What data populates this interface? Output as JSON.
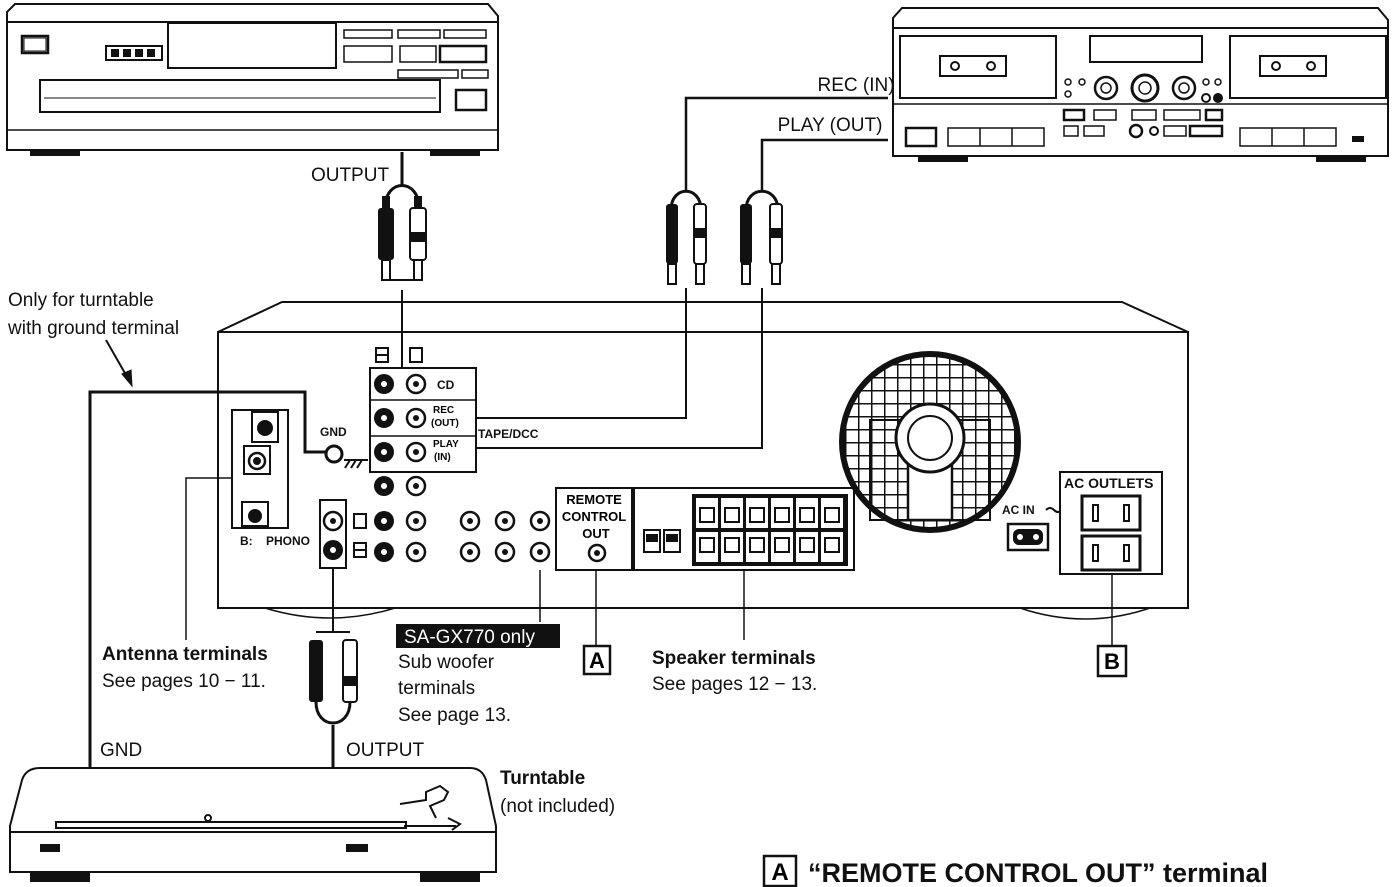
{
  "cd_player": {
    "output_label": "OUTPUT"
  },
  "cassette_deck": {
    "rec_label": "REC (IN)",
    "play_label": "PLAY (OUT)"
  },
  "ground_note": {
    "line1": "Only for turntable",
    "line2": "with ground terminal"
  },
  "receiver_panel": {
    "cd_label": "CD",
    "rec_out_label": {
      "line1": "REC",
      "line2": "(OUT)"
    },
    "play_in_label": {
      "line1": "PLAY",
      "line2": "(IN)"
    },
    "tape_dcc_label": "TAPE/DCC",
    "gnd_label": "GND",
    "phono_label": "PHONO",
    "remote_label": {
      "line1": "REMOTE",
      "line2": "CONTROL",
      "line3": "OUT"
    },
    "ac_in_label": "AC IN",
    "ac_outlets_label": "AC OUTLETS"
  },
  "callouts": {
    "antenna": {
      "title": "Antenna terminals",
      "desc": "See pages 10 − 11."
    },
    "subwoofer": {
      "badge": "SA-GX770 only",
      "line1": "Sub woofer",
      "line2": "terminals",
      "line3": "See page 13."
    },
    "marker_a": "A",
    "speaker": {
      "title": "Speaker terminals",
      "desc": "See pages 12 − 13."
    },
    "marker_b": "B"
  },
  "turntable": {
    "gnd_label": "GND",
    "output_label": "OUTPUT",
    "title": "Turntable",
    "note": "(not included)"
  },
  "footnote": {
    "marker": "A",
    "text": "“REMOTE CONTROL OUT” terminal"
  }
}
